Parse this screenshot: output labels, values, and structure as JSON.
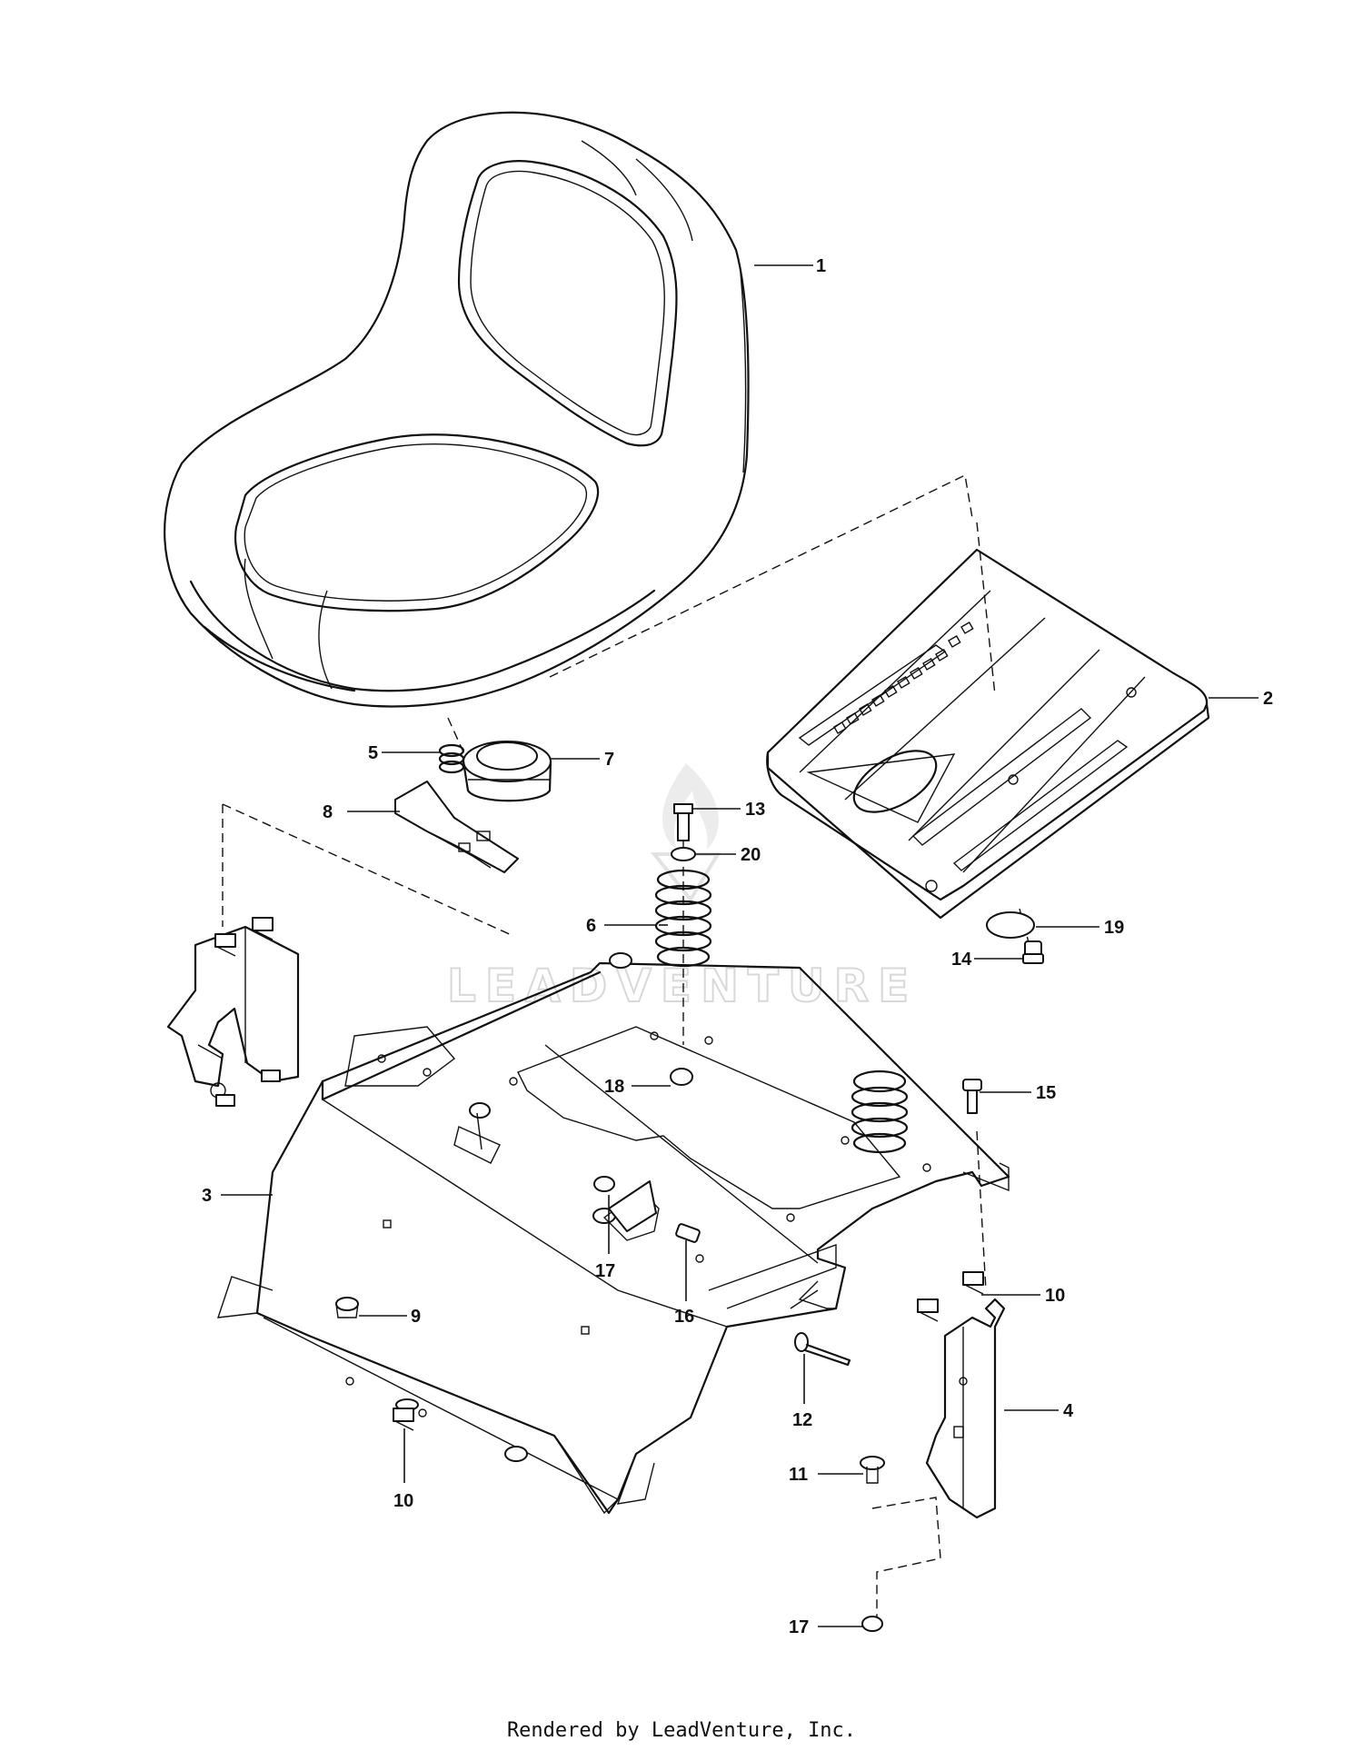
{
  "watermark": "LEADVENTURE",
  "footer": "Rendered by LeadVenture, Inc.",
  "callouts": {
    "c1": "1",
    "c2": "2",
    "c3": "3",
    "c4": "4",
    "c5": "5",
    "c6": "6",
    "c7": "7",
    "c8": "8",
    "c9": "9",
    "c10a": "10",
    "c10b": "10",
    "c11": "11",
    "c12": "12",
    "c13": "13",
    "c14": "14",
    "c15": "15",
    "c16": "16",
    "c17a": "17",
    "c17b": "17",
    "c18": "18",
    "c19": "19",
    "c20": "20"
  }
}
